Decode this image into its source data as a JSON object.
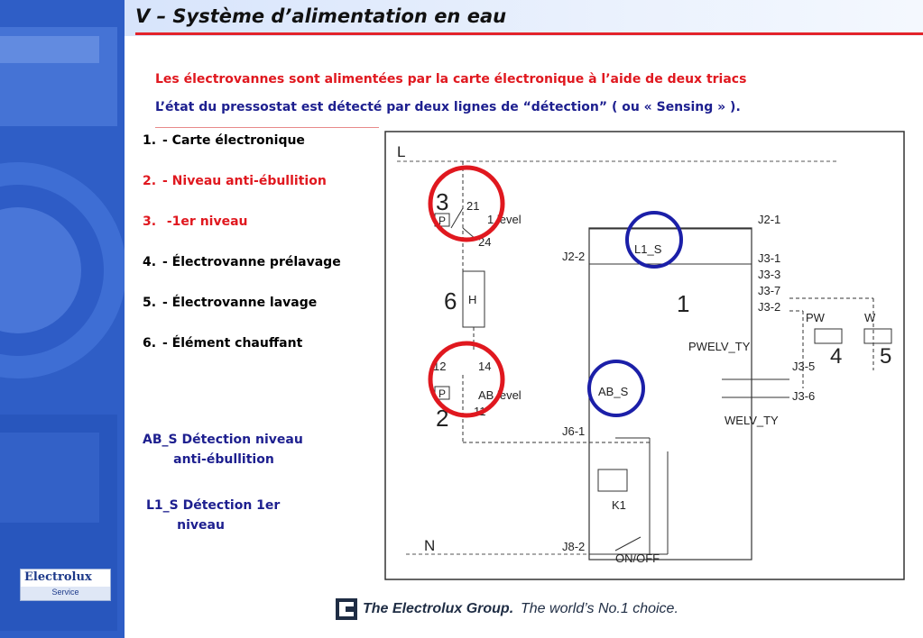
{
  "slide": {
    "title": "V – Système d’alimentation en eau",
    "intro_line1": "Les électrovannes sont alimentées par la carte électronique à l’aide de deux triacs",
    "intro_line2": "L’état du pressostat est détecté par deux lignes de “détection” ( ou « Sensing » )."
  },
  "list": [
    {
      "num": "1.",
      "text": "- Carte électronique",
      "color": "#000000"
    },
    {
      "num": "2.",
      "text": "- Niveau anti-ébullition",
      "color": "#e0181f"
    },
    {
      "num": "3.",
      "text": " -1er niveau",
      "color": "#e0181f"
    },
    {
      "num": "4.",
      "text": "- Électrovanne prélavage",
      "color": "#000000"
    },
    {
      "num": "5.",
      "text": "- Électrovanne lavage",
      "color": "#000000"
    },
    {
      "num": "6.",
      "text": "- Élément chauffant",
      "color": "#000000"
    }
  ],
  "notes": {
    "ab_s": "AB_S Détection niveau\n       anti-ébullition",
    "l1_s": "L1_S Détection 1er\n       niveau"
  },
  "diagram": {
    "line_L": "L",
    "line_N": "N",
    "comp3": "3",
    "comp2": "2",
    "comp6": "6",
    "comp1": "1",
    "comp4": "4",
    "comp5": "5",
    "p21": "21",
    "p24": "24",
    "p12": "12",
    "p14": "14",
    "p11": "11",
    "level_1": "1 level",
    "level_ab": "AB level",
    "p_label": "P",
    "heater_h": "H",
    "j2_1": "J2-1",
    "j2_2": "J2-2",
    "j3_1": "J3-1",
    "j3_3": "J3-3",
    "j3_7": "J3-7",
    "j3_2": "J3-2",
    "j3_5": "J3-5",
    "j3_6": "J3-6",
    "j6_1": "J6-1",
    "j8_2": "J8-2",
    "l1_s": "L1_S",
    "ab_s": "AB_S",
    "pwelv": "PWELV_TY",
    "welv": "WELV_TY",
    "pw": "PW",
    "w": "W",
    "k1": "K1",
    "onoff": "ON/OFF"
  },
  "logo": {
    "name": "Electrolux",
    "sub": "Service"
  },
  "footer": {
    "brand": "The Electrolux Group.",
    "slogan": "The world’s No.1 choice."
  },
  "colors": {
    "accent_red": "#e3232a",
    "highlight_blue": "#1b1fa8",
    "intro_blue": "#1d1f8f"
  }
}
